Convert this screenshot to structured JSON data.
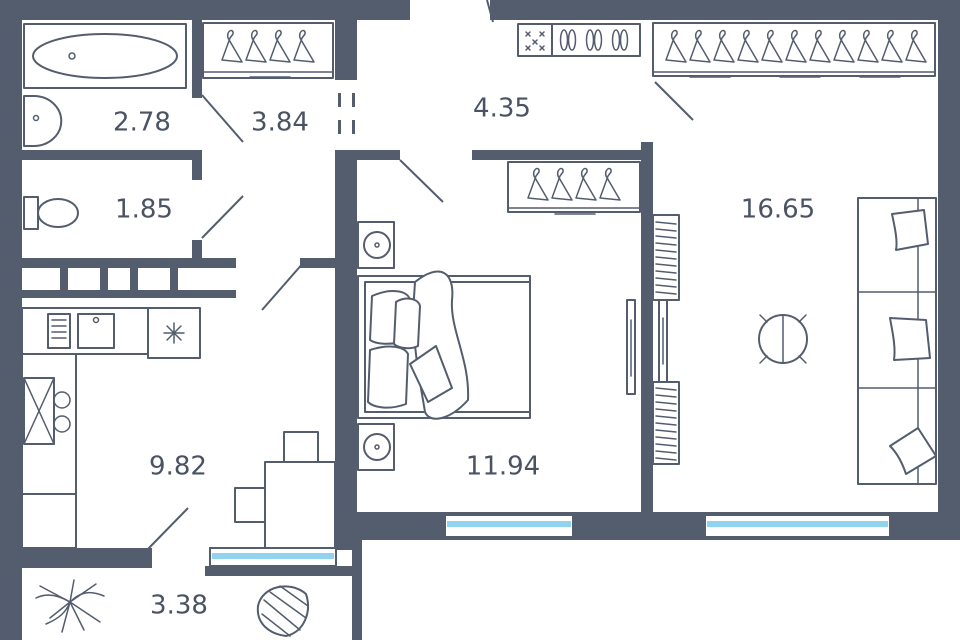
{
  "rooms": [
    {
      "id": "bathroom",
      "area": "2.78"
    },
    {
      "id": "wardrobe",
      "area": "3.84"
    },
    {
      "id": "hallway",
      "area": "4.35"
    },
    {
      "id": "toilet",
      "area": "1.85"
    },
    {
      "id": "living-room",
      "area": "16.65"
    },
    {
      "id": "bedroom",
      "area": "11.94"
    },
    {
      "id": "kitchen",
      "area": "9.82"
    },
    {
      "id": "balcony",
      "area": "3.38"
    }
  ],
  "colors": {
    "wall": "#545d6e",
    "window": "#8fd3ef",
    "text": "#4a5263",
    "background": "#ffffff"
  }
}
